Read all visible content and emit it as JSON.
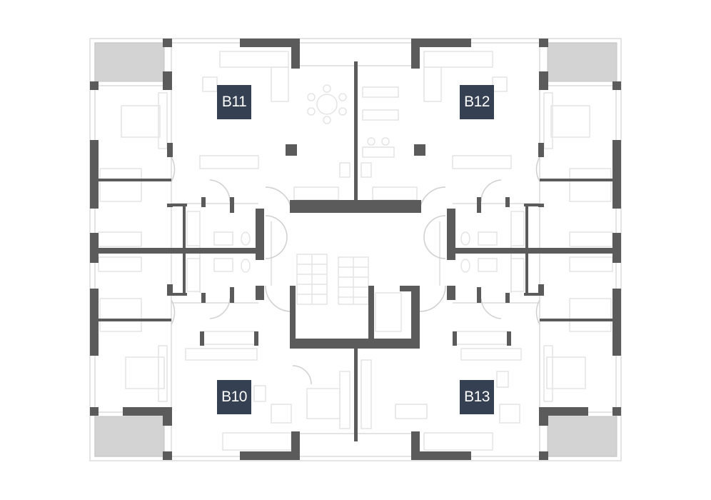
{
  "colors": {
    "wall": "#5b5b5b",
    "thin_line": "#dcdcdc",
    "furniture": "#e4e4e4",
    "balcony": "#d3d3d3",
    "label_bg": "#354052",
    "label_text": "#ffffff",
    "background": "#ffffff"
  },
  "units": [
    {
      "id": "b11",
      "label": "B11"
    },
    {
      "id": "b12",
      "label": "B12"
    },
    {
      "id": "b10",
      "label": "B10"
    },
    {
      "id": "b13",
      "label": "B13"
    }
  ]
}
